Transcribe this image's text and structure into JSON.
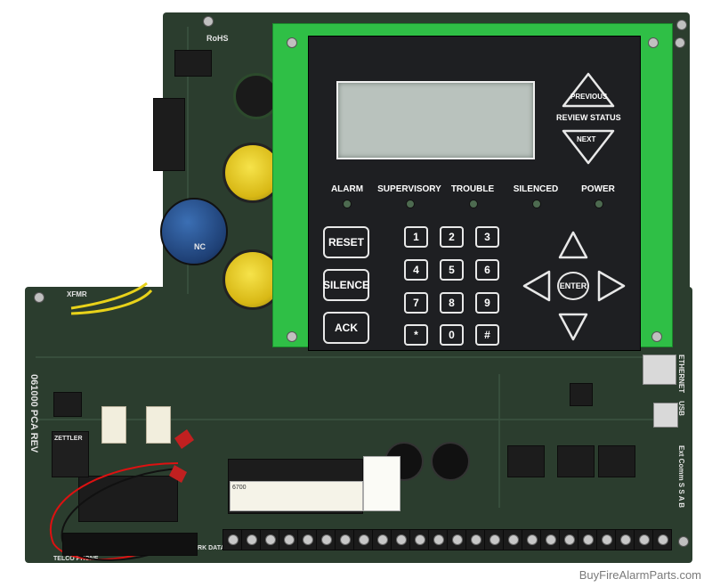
{
  "keypad": {
    "buttons_left": [
      "RESET",
      "SILENCE",
      "ACK"
    ],
    "numeric": [
      "1",
      "2",
      "3",
      "4",
      "5",
      "6",
      "7",
      "8",
      "9",
      "*",
      "0",
      "#"
    ],
    "nav_previous": "PREVIOUS",
    "review_status": "REVIEW STATUS",
    "nav_next": "NEXT",
    "enter": "ENTER",
    "leds": [
      "ALARM",
      "SUPERVISORY",
      "TROUBLE",
      "SILENCED",
      "POWER"
    ]
  },
  "board": {
    "rohs": "RoHS",
    "xfmr": "XFMR",
    "pca": "061000 PCA REV",
    "ethernet": "ETHERNET",
    "usb": "USB",
    "ext_comm": "Ext Comm S S A B",
    "network_data": "NETWORK DATA",
    "telco": "TELCO PHONE",
    "zettler": "ZETTLER",
    "model_label": "6700",
    "cap_label": "NC"
  },
  "watermark": "BuyFireAlarmParts.com",
  "colors": {
    "board": "#2b3d2e",
    "keypad_frame": "#2fbf46",
    "keypad_face": "#1e1f22",
    "capacitor_yellow": "#d8b815",
    "capacitor_blue": "#1e3f74"
  }
}
